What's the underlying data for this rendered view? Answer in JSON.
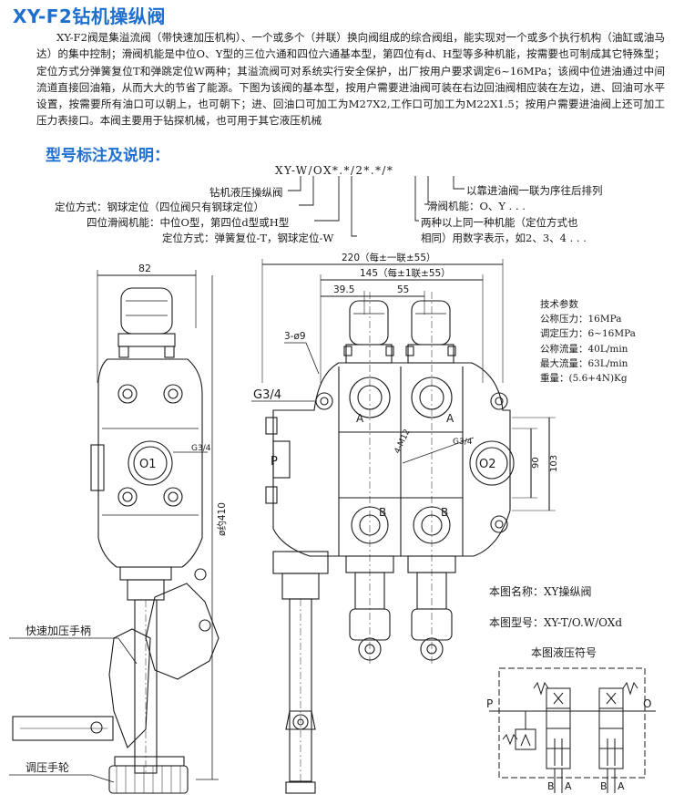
{
  "title": "XY-F2钻机操纵阀",
  "intro": "XY-F2阀是集溢流阀（带快速加压机构）、一个或多个（并联）换向阀组成的综合阀组，能实现对一个或多个执行机构（油缸或油马达）的集中控制；滑阀机能是中位O、Y型的三位六通和四位六通基本型，第四位有d、H型等多种机能，按需要也可制成其它特殊型；定位方式分弹簧复位T和弹跳定位W两种；其溢流阀可对系统实行安全保护，出厂按用户要求调定6~16MPa；该阀中位进油通过中间流道直接回油箱，从而大大的节省了能源。下图为该阀的基本型，按用户需要进油阀可装在右边回油阀相应装在左边，进、回油可水平设置，按需要所有油口可以朝上，也可朝下；进、回油口可加工为M27X2,工作口可加工为M22X1.5；按用户需要进油阀上还可加工压力表接口。本阀主要用于钻探机械，也可用于其它液压机械",
  "model": {
    "heading": "型号标注及说明：",
    "code": "XY-W/OX*.*/2*.*/*",
    "labels": {
      "series": "钻机液压操纵阀",
      "positioning_ball": "定位方式：钢球定位（四位阀只有钢球定位）",
      "four_position_function": "四位滑阀机能：中位O型，第四位d型或H型",
      "positioning_type": "定位方式：弹簧复位-T，钢球定位-W",
      "arrangement": "以靠进油阀一联为序往后排列",
      "slide_function": "滑阀机能：O、Y . . .",
      "same_function_1": "两种以上同一种机能（定位方式也",
      "same_function_2": "相同）用数字表示，如2、3、4 . . ."
    }
  },
  "drawing": {
    "dims": {
      "d82": "82",
      "d220": "220（每±一联±55）",
      "d145": "145（每±1联±55）",
      "d395": "39.5",
      "d55": "55",
      "d3phi9": "3-ø9",
      "g34_big": "G3/4",
      "g34_small_left": "G3/4",
      "g34_small_right": "G3/4",
      "d4m12": "4-M12",
      "d90": "90",
      "d103": "103",
      "phi410": "ø约410"
    },
    "ports": {
      "o1": "O1",
      "o2": "O2",
      "p": "P",
      "a1": "A",
      "a2": "A",
      "b1": "B",
      "b2": "B"
    },
    "labels": {
      "fast_handle": "快速加压手柄",
      "adjust_wheel": "调压手轮"
    }
  },
  "specs": {
    "heading": "技术参数",
    "lines": [
      "公称压力：16MPa",
      "调定压力：6~16MPa",
      "公称流量：40L/min",
      "最大流量：63L/min",
      "重量：(5.6+4N)Kg"
    ]
  },
  "figure_name": "本图名称：XY操纵阀",
  "figure_model": "本图型号：XY-T/O.W/OXd",
  "symbol": {
    "heading": "本图液压符号",
    "p": "P",
    "o": "O",
    "b1": "B",
    "a1": "A",
    "b2": "B",
    "a2": "A"
  },
  "colors": {
    "title": "#1e6fd0",
    "line": "#1a1a1a"
  }
}
